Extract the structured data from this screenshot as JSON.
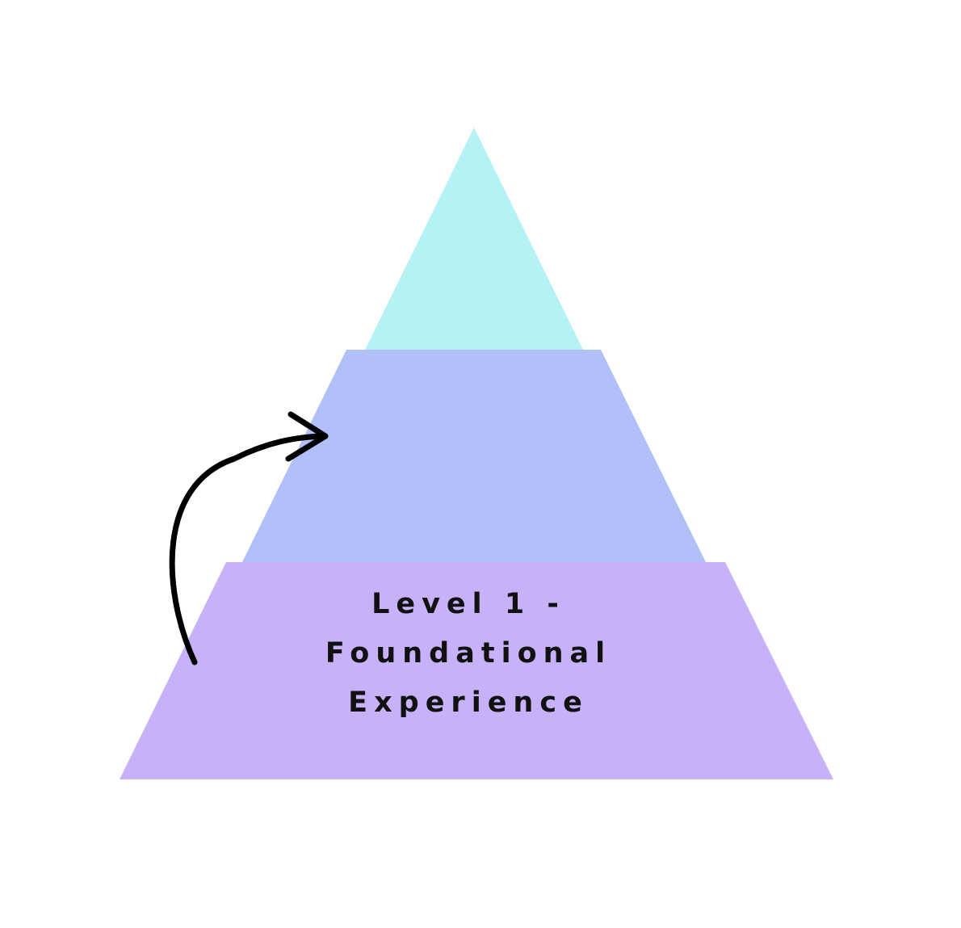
{
  "diagram": {
    "colors": {
      "background": "#ffffff",
      "top_tier": "#b5f2f6",
      "middle_tier": "#b2c0fa",
      "bottom_tier": "#c7b2f9",
      "arrow": "#000000",
      "text": "#111111"
    },
    "bottom_tier": {
      "label_lines": [
        "Level 1 -",
        "Foundational",
        "Experience"
      ]
    }
  }
}
